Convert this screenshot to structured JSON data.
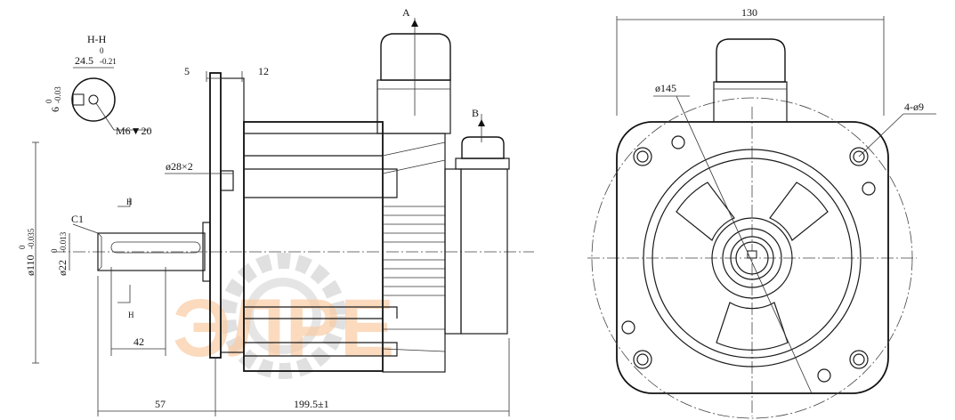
{
  "drawing": {
    "side_view": {
      "section_title": "H-H",
      "key_width": "24.5",
      "key_width_tol_top": "0",
      "key_width_tol_bot": "-0.21",
      "key_height": "6",
      "key_height_tol_top": "0",
      "key_height_tol_bot": "-0.03",
      "thread": "M6▼20",
      "dim_flange": "5",
      "dim_12": "12",
      "hole": "ø28×2",
      "chamfer": "C1",
      "pilot_dia": "ø110",
      "pilot_tol_top": "0",
      "pilot_tol_bot": "-0.035",
      "shaft_dia": "ø22",
      "shaft_tol_top": "0",
      "shaft_tol_bot": "-0.013",
      "key_len": "42",
      "shaft_len": "57",
      "body_len": "199.5±1",
      "section_mark": "H",
      "view_a": "A",
      "view_b": "B"
    },
    "front_view": {
      "flange_size": "130",
      "pcd": "ø145",
      "holes": "4-ø9"
    },
    "watermark": {
      "text": "ЭЛРЕ"
    }
  }
}
